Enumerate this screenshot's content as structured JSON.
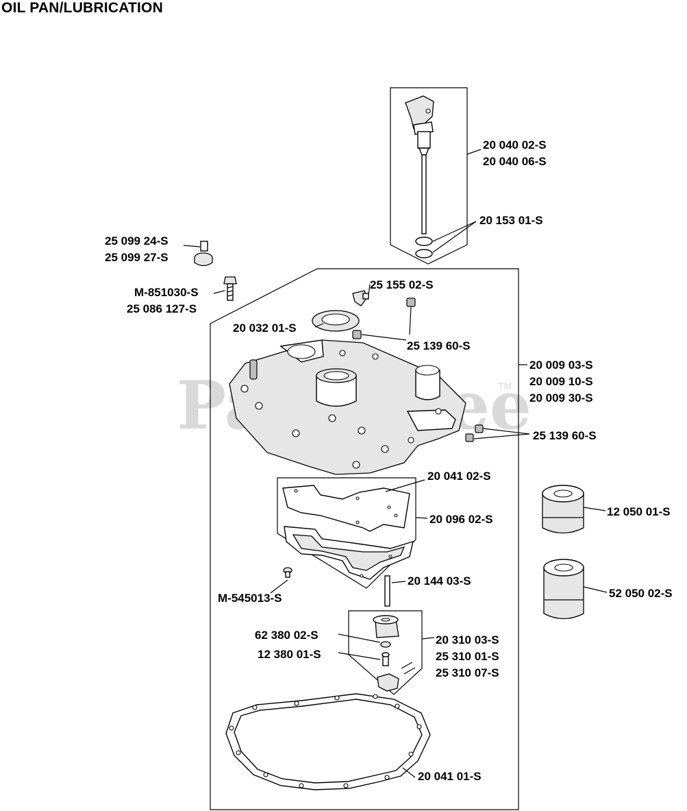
{
  "title": "OIL PAN/LUBRICATION",
  "watermark": {
    "text": "PartsTree",
    "tm": "TM",
    "color": "#d9d9d9"
  },
  "labels": {
    "dipstick_1": "20 040 02-S",
    "dipstick_2": "20 040 06-S",
    "oring": "20 153 01-S",
    "sender_1": "25 099 24-S",
    "sender_2": "25 099 27-S",
    "bolt_1": "M-851030-S",
    "bolt_2": "25 086 127-S",
    "elbow": "25 155 02-S",
    "seal": "20 032 01-S",
    "plug_a": "25 139 60-S",
    "pan_1": "20 009 03-S",
    "pan_2": "20 009 10-S",
    "pan_3": "20 009 30-S",
    "plug_b": "25 139 60-S",
    "cover_gasket": "20 041 02-S",
    "plate": "20 096 02-S",
    "filter_1": "12 050 01-S",
    "filter_2": "52 050 02-S",
    "screw": "M-545013-S",
    "shaft": "20 144 03-S",
    "washer": "62 380 02-S",
    "pin": "12 380 01-S",
    "pump_1": "20 310 03-S",
    "pump_2": "25 310 01-S",
    "pump_3": "25 310 07-S",
    "pan_gasket": "20 041 01-S"
  }
}
